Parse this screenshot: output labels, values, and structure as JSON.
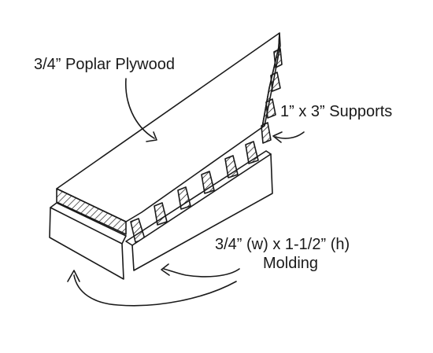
{
  "labels": {
    "plywood": "3/4” Poplar Plywood",
    "supports": "1” x 3” Supports",
    "molding_line1": "3/4” (w) x 1-1/2” (h)",
    "molding_line2": "Molding"
  },
  "colors": {
    "ink": "#1a1a1a",
    "paper": "#ffffff"
  }
}
